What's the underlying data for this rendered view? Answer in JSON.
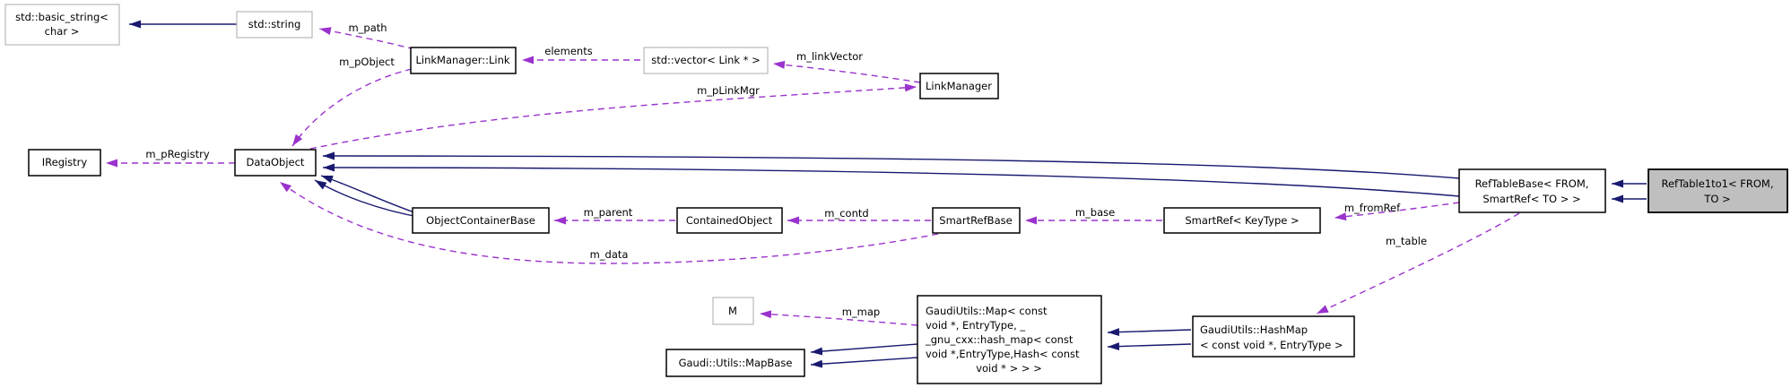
{
  "diagram": {
    "type": "doxygen-collaboration-graph",
    "colors": {
      "background": "#ffffff",
      "inheritance_edge": "#191970",
      "usage_edge": "#9a32cd",
      "node_border": "#000000",
      "external_node_border": "#b9b9b9",
      "node_fill": "#ffffff",
      "selected_node_fill": "#bfbfbf",
      "text": "#000000"
    },
    "nodes": {
      "basic_string": {
        "lines": [
          "std::basic_string<",
          "char >"
        ]
      },
      "string": {
        "lines": [
          "std::string"
        ]
      },
      "link": {
        "lines": [
          "LinkManager::Link"
        ]
      },
      "vector": {
        "lines": [
          "std::vector< Link * >"
        ]
      },
      "linkmanager": {
        "lines": [
          "LinkManager"
        ]
      },
      "iregistry": {
        "lines": [
          "IRegistry"
        ]
      },
      "dataobject": {
        "lines": [
          "DataObject"
        ]
      },
      "objectcontainerbase": {
        "lines": [
          "ObjectContainerBase"
        ]
      },
      "containedobject": {
        "lines": [
          "ContainedObject"
        ]
      },
      "smartrefbase": {
        "lines": [
          "SmartRefBase"
        ]
      },
      "smartref": {
        "lines": [
          "SmartRef< KeyType >"
        ]
      },
      "reftablebase": {
        "lines": [
          "RefTableBase< FROM,",
          "SmartRef< TO > >"
        ]
      },
      "reftable1to1": {
        "lines": [
          "RefTable1to1< FROM,",
          "TO >"
        ]
      },
      "m": {
        "lines": [
          "M"
        ]
      },
      "gaudimap": {
        "lines": [
          "GaudiUtils::Map< const",
          "void *, EntryType, _",
          "_gnu_cxx::hash_map< const",
          "void *,EntryType,Hash< const",
          "void * > > >"
        ]
      },
      "mapbase": {
        "lines": [
          "Gaudi::Utils::MapBase"
        ]
      },
      "hashmap": {
        "lines": [
          "GaudiUtils::HashMap",
          "< const void *, EntryType >"
        ]
      }
    },
    "edge_labels": {
      "m_path": "m_path",
      "m_pObject": "m_pObject",
      "elements": "elements",
      "m_linkVector": "m_linkVector",
      "m_pLinkMgr": "m_pLinkMgr",
      "m_pRegistry": "m_pRegistry",
      "m_parent": "m_parent",
      "m_contd": "m_contd",
      "m_base": "m_base",
      "m_fromRef": "m_fromRef",
      "m_table": "m_table",
      "m_data": "m_data",
      "m_map": "m_map"
    }
  }
}
